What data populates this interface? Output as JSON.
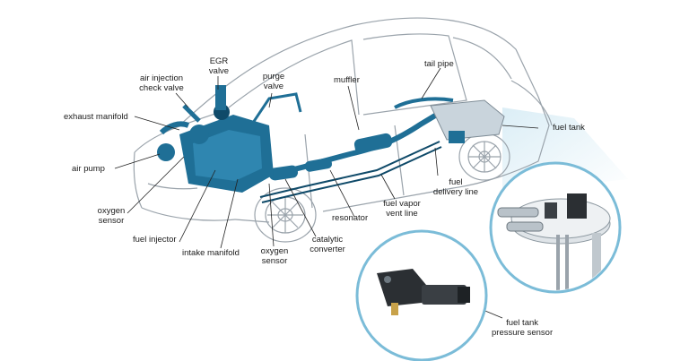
{
  "labels": {
    "egr_valve": [
      "EGR",
      "valve"
    ],
    "air_injection_check_valve": [
      "air injection",
      "check valve"
    ],
    "purge_valve": [
      "purge",
      "valve"
    ],
    "muffler": "muffler",
    "tail_pipe": "tail pipe",
    "exhaust_manifold": "exhaust manifold",
    "fuel_tank": "fuel tank",
    "air_pump": "air pump",
    "fuel_delivery_line": [
      "fuel",
      "delivery line"
    ],
    "oxygen_sensor_front": [
      "oxygen",
      "sensor"
    ],
    "fuel_vapor_vent_line": [
      "fuel vapor",
      "vent line"
    ],
    "resonator": "resonator",
    "fuel_injector": "fuel injector",
    "intake_manifold": "intake manifold",
    "oxygen_sensor_rear": [
      "oxygen",
      "sensor"
    ],
    "catalytic_converter": [
      "catalytic",
      "converter"
    ],
    "fuel_tank_pressure_sensor": [
      "fuel tank",
      "pressure sensor"
    ]
  },
  "colors": {
    "car_outline": "#9aa3ab",
    "component_blue": "#1f6f96",
    "component_dark": "#0f4a69",
    "leader_line": "#222222",
    "inset_border": "#7bbcd8",
    "inset_glow": "#cfe7f2"
  }
}
